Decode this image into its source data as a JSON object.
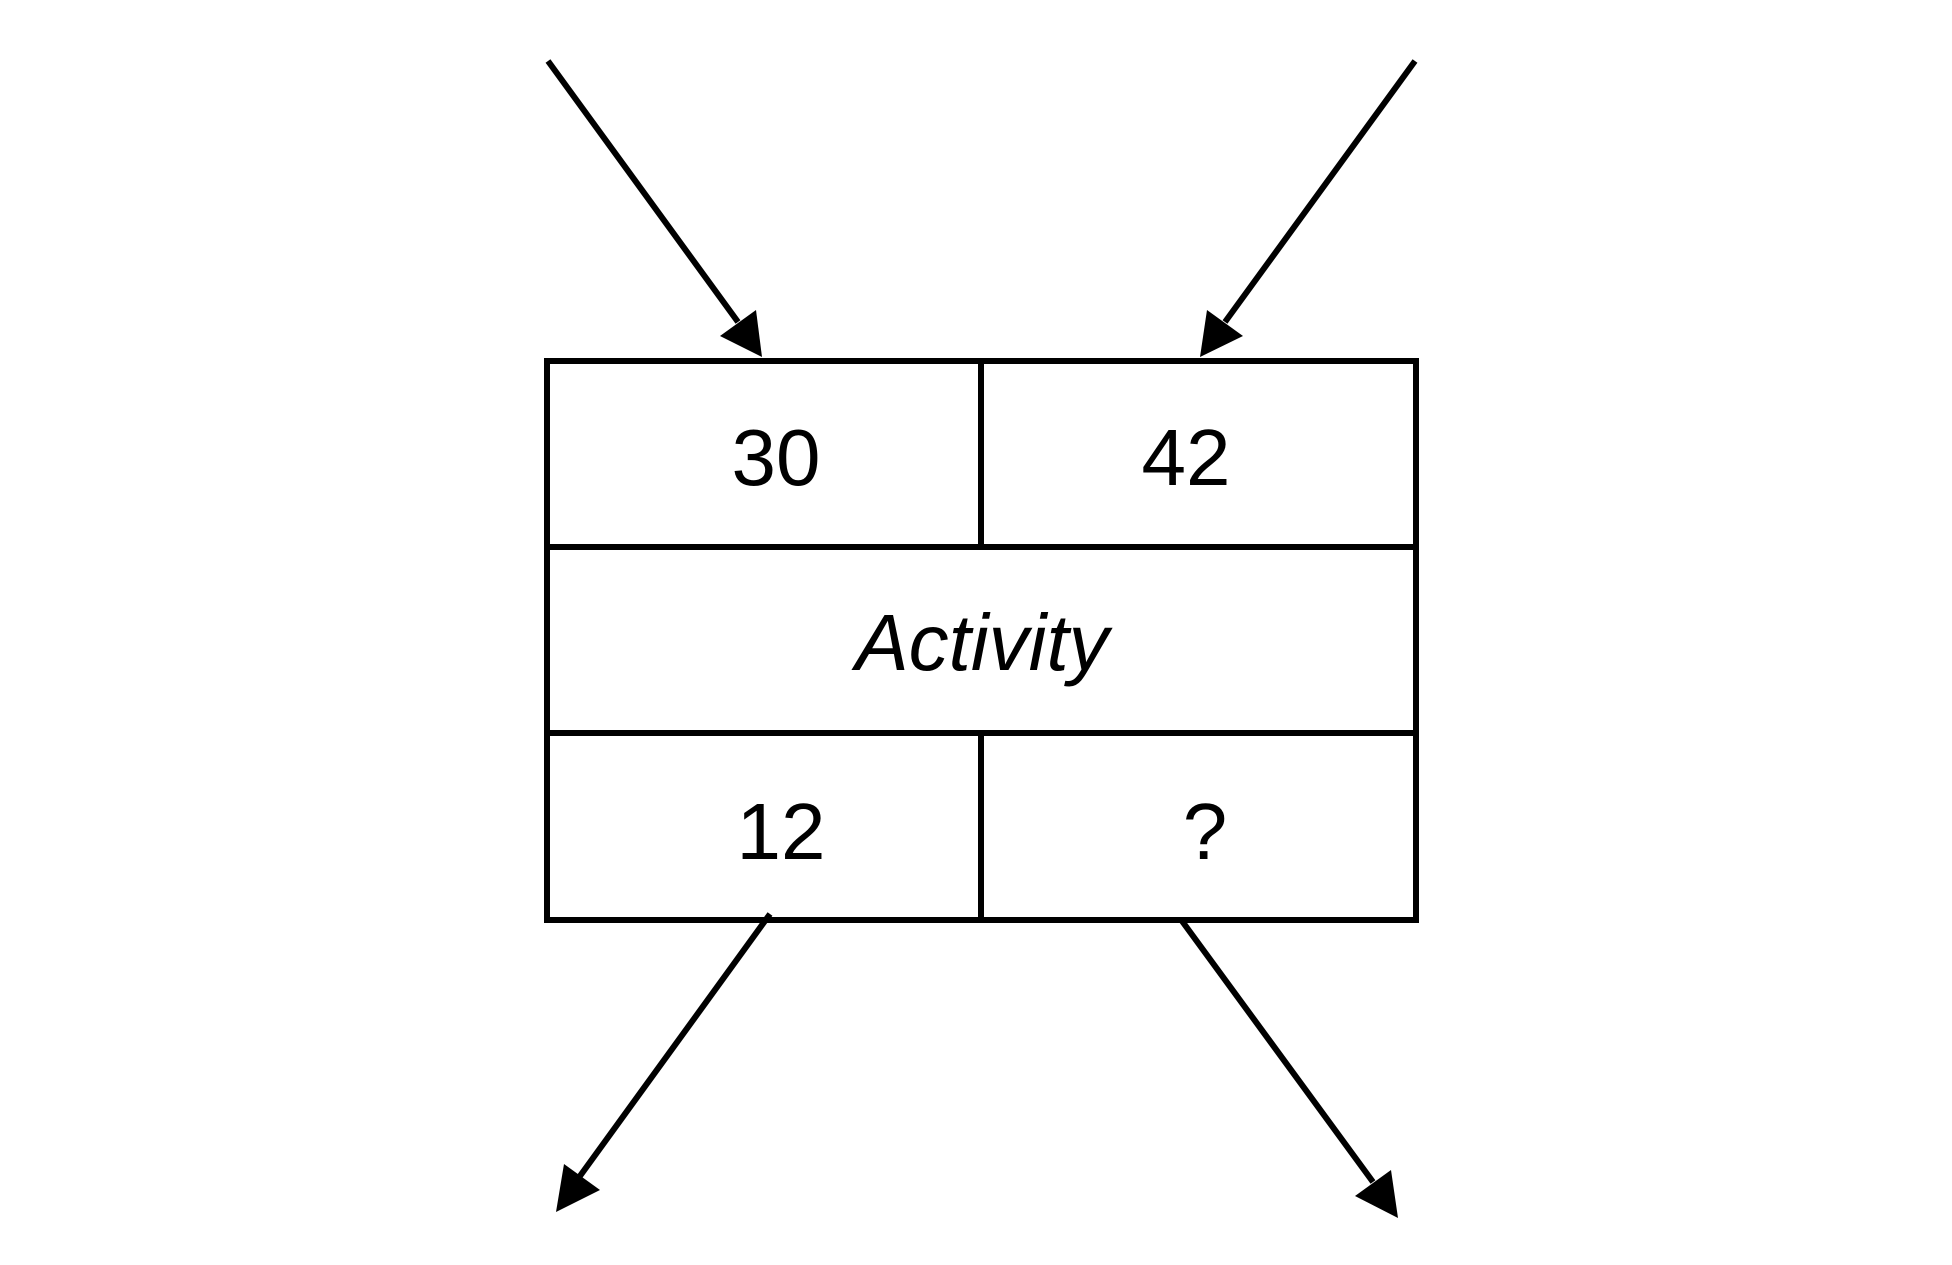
{
  "diagram": {
    "early_start": "30",
    "early_finish": "42",
    "activity_label": "Activity",
    "late_start": "12",
    "late_finish": "?"
  },
  "colors": {
    "stroke": "#000000",
    "background": "#ffffff"
  }
}
